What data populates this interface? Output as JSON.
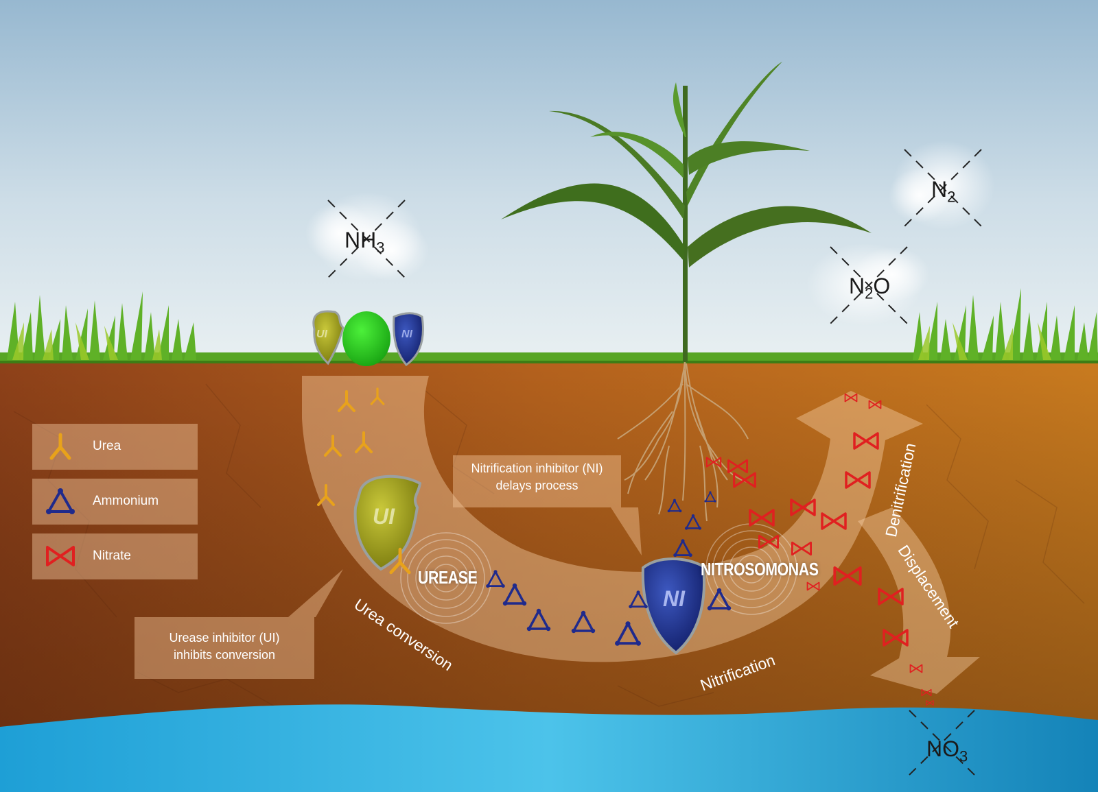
{
  "legend": {
    "items": [
      {
        "label": "Urea",
        "icon": "urea-icon",
        "color": "#e8a21b"
      },
      {
        "label": "Ammonium",
        "icon": "ammonium-icon",
        "color": "#1f2a8c"
      },
      {
        "label": "Nitrate",
        "icon": "nitrate-icon",
        "color": "#e02020"
      }
    ]
  },
  "callouts": {
    "ni": {
      "line1": "Nitrification inhibitor (NI)",
      "line2": "delays process"
    },
    "ui": {
      "line1": "Urease inhibitor (UI)",
      "line2": "inhibits conversion"
    }
  },
  "flow_labels": {
    "urea_conversion": "Urea conversion",
    "nitrification": "Nitrification",
    "denitrification": "Denitrification",
    "displacement": "Displacement"
  },
  "enzymes": {
    "urease": "UREASE",
    "nitrosomonas": "NITROSOMONAS"
  },
  "badges": {
    "ui": "UI",
    "ni": "NI"
  },
  "gases": {
    "nh3": {
      "base": "NH",
      "sub": "3",
      "tail": ""
    },
    "n2": {
      "base": "N",
      "sub": "2",
      "tail": ""
    },
    "n2o": {
      "base": "N",
      "sub": "2",
      "tail": "O"
    },
    "no3": {
      "base": "NO",
      "sub": "3",
      "tail": ""
    }
  },
  "colors": {
    "sky_top": "#9dbdd3",
    "sky_bottom": "#e6eef2",
    "soil_left": "#9c4a1c",
    "soil_right": "#c8741c",
    "water": "#3bb5e3",
    "grass": "#4c9a1c",
    "urea": "#e8a21b",
    "ammonium": "#1f2a8c",
    "nitrate": "#e02020",
    "ui_badge": "#a8a81c",
    "ni_badge": "#1c2f8c",
    "granule": "#2ecc1c"
  }
}
